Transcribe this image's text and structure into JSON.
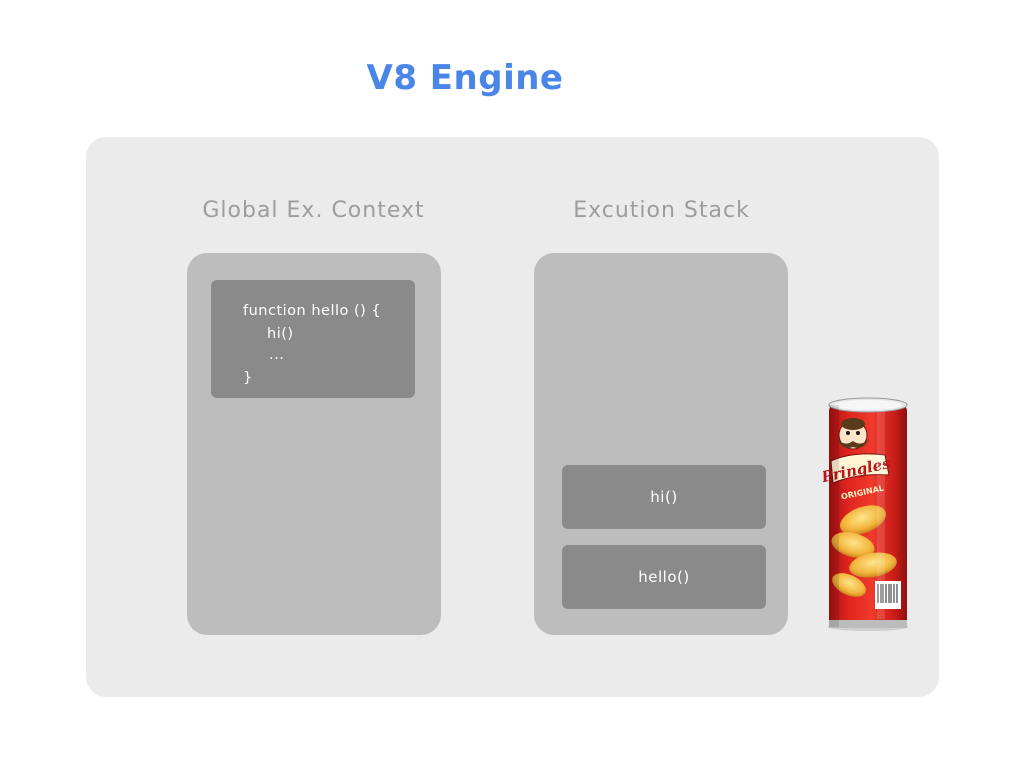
{
  "title": "V8 Engine",
  "global_context": {
    "label": "Global Ex. Context",
    "code_lines": [
      "function hello () {",
      "hi()",
      "...",
      "}"
    ]
  },
  "execution_stack": {
    "label": "Excution Stack",
    "frames": [
      "hi()",
      "hello()"
    ]
  },
  "pringles_can": {
    "brand": "Pringles",
    "flavor": "ORIGINAL"
  },
  "colors": {
    "title": "#4a86e8",
    "background_box": "#ebebeb",
    "panel": "#bdbdbd",
    "block": "#8b8a8b",
    "label": "#9d9d9d",
    "can_red": "#d9201f"
  }
}
